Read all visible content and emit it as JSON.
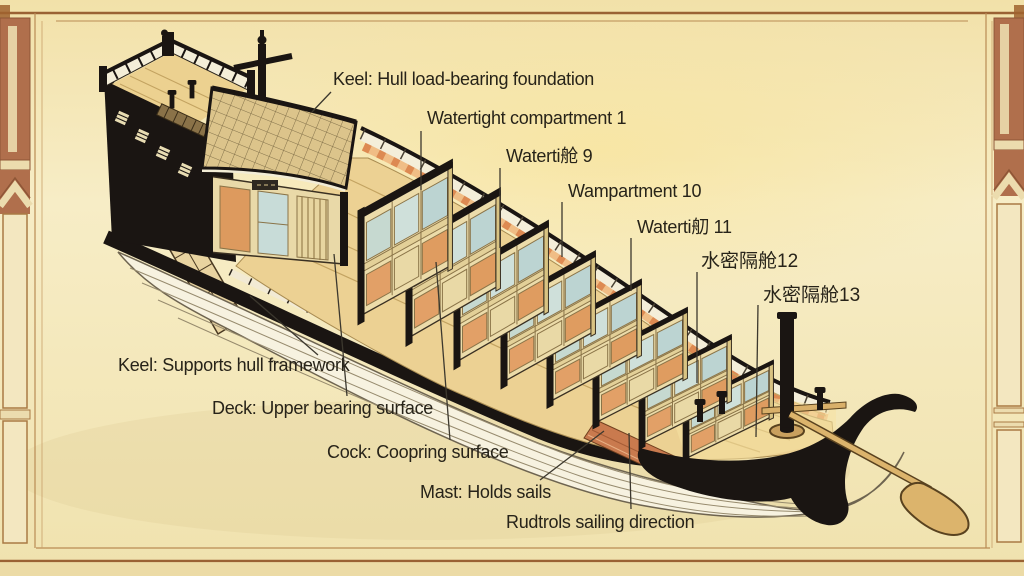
{
  "diagram": {
    "title_present": false,
    "labels": [
      {
        "id": "keel-foundation",
        "text": "Keel: Hull load-bearing foundation"
      },
      {
        "id": "compartment-1",
        "text": "Watertight compartment 1"
      },
      {
        "id": "compartment-9",
        "text": "Waterti舱 9"
      },
      {
        "id": "compartment-10",
        "text": "Wampartment 10"
      },
      {
        "id": "compartment-11",
        "text": "Waterti舠 11"
      },
      {
        "id": "compartment-12",
        "text": "水密隔舱12"
      },
      {
        "id": "compartment-13",
        "text": "水密隔舱13"
      },
      {
        "id": "keel-framework",
        "text": "Keel: Supports hull framework"
      },
      {
        "id": "deck",
        "text": "Deck: Upper bearing surface"
      },
      {
        "id": "cock",
        "text": "Cock: Coopring surface"
      },
      {
        "id": "mast",
        "text": "Mast: Holds sails"
      },
      {
        "id": "rudder",
        "text": "Rudtrols sailing direction"
      }
    ],
    "colors": {
      "parchment": "#f5ebc2",
      "terracotta": "#b06f4c",
      "frame_brown": "#9a6234",
      "ink_black": "#1a1511",
      "hull_white": "#f7f2e0",
      "deck_tan": "#ecd193",
      "panel_blue": "#c6d9d0",
      "panel_orange": "#e2a067",
      "walkway_red": "#c97a4e",
      "oar_wood": "#dcb46c",
      "label_text": "#272319"
    }
  }
}
